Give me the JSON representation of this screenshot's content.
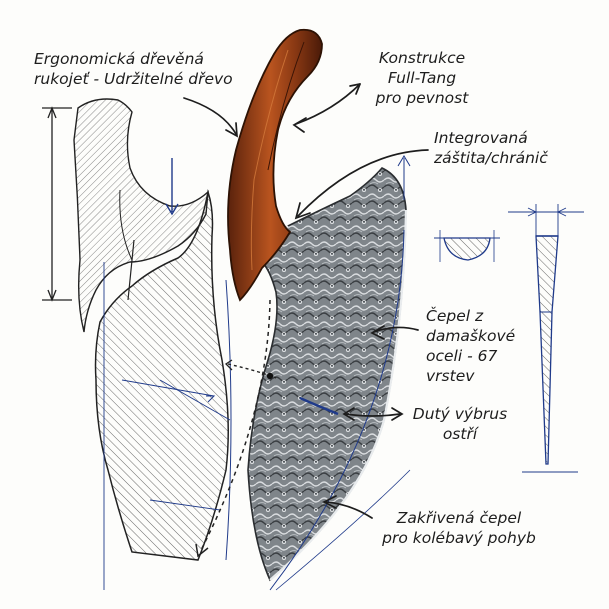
{
  "annotations": [
    {
      "id": "handle",
      "lines": [
        "Ergonomická dřevěná",
        "rukojeť - Udržitelné dřevo"
      ]
    },
    {
      "id": "tang",
      "lines": [
        "Konstrukce",
        "Full-Tang",
        "pro pevnost"
      ]
    },
    {
      "id": "bolster",
      "lines": [
        "Integrovaná",
        "záštita/chránič"
      ]
    },
    {
      "id": "blade",
      "lines": [
        "Čepel z",
        "damaškové",
        "oceli - 67",
        "vrstev"
      ]
    },
    {
      "id": "grind",
      "lines": [
        "Dutý výbrus",
        "ostří"
      ]
    },
    {
      "id": "curve",
      "lines": [
        "Zakřivená čepel",
        "pro kolébavý pohyb"
      ]
    }
  ],
  "colors": {
    "ink": "#1d1d1d",
    "blueprint": "#1f3a8a",
    "wood": "#a0481c",
    "wood_dark": "#5a220c",
    "steel": "#8a8f94",
    "steel_dark": "#3d4146"
  }
}
